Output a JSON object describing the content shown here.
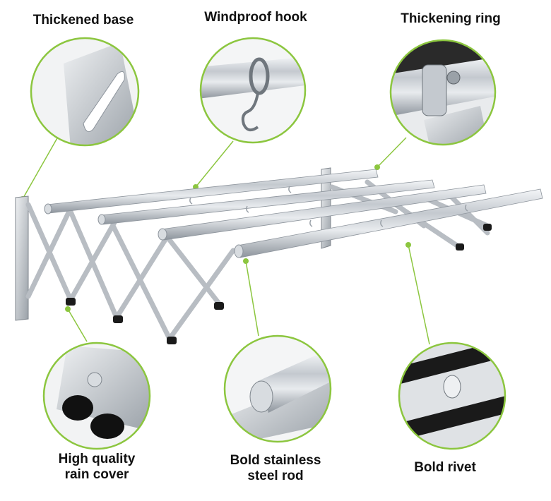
{
  "labels": {
    "thickened_base": "Thickened base",
    "windproof_hook": "Windproof hook",
    "thickening_ring": "Thickening ring",
    "rain_cover": "High quality\nrain cover",
    "steel_rod": "Bold stainless\nsteel rod",
    "bold_rivet": "Bold rivet"
  },
  "colors": {
    "accent": "#8cc63f",
    "steel": "#c9cdd2",
    "dark": "#1a1a1a"
  }
}
